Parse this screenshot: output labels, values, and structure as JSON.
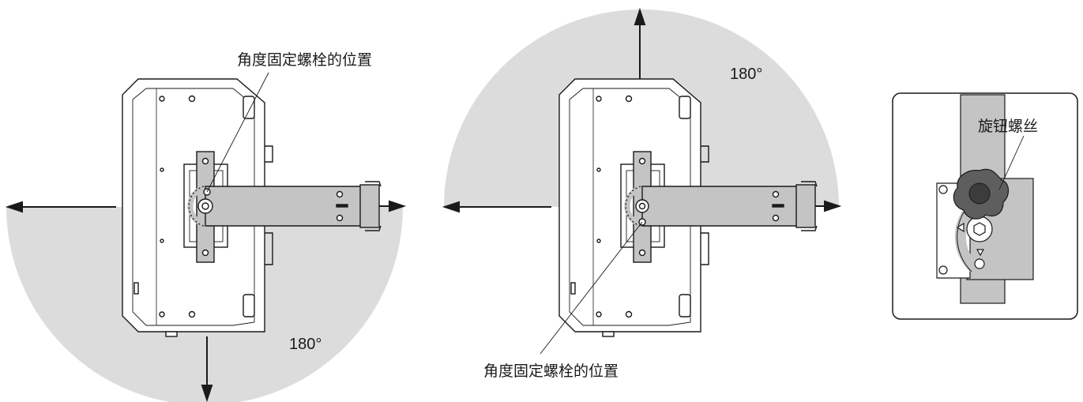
{
  "diagram": {
    "left": {
      "callout": "角度固定螺栓的位置",
      "angle": "180°"
    },
    "middle": {
      "callout": "角度固定螺栓的位置",
      "angle": "180°"
    },
    "detail": {
      "callout": "旋钮螺丝"
    }
  },
  "colors": {
    "sector": "#dcdcdc",
    "bracket": "#c4c4c4",
    "line": "#1a1a1a",
    "cabinet": "#ffffff"
  }
}
